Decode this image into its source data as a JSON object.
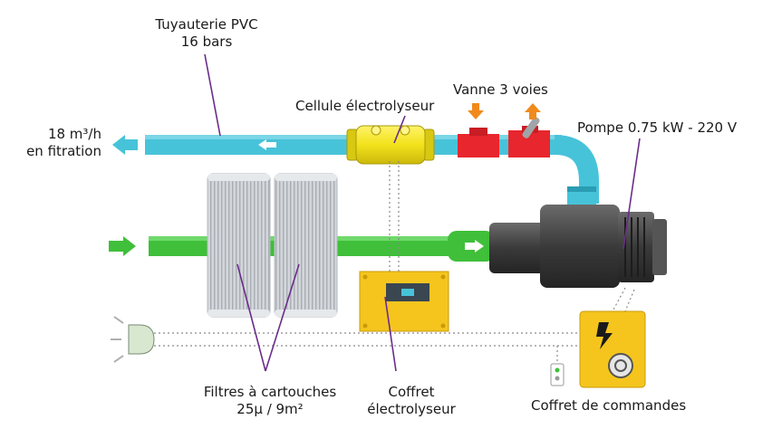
{
  "labels": {
    "pvc_pipe": [
      "Tuyauterie PVC",
      "16 bars"
    ],
    "flow_rate": [
      "18 m³/h",
      "en fitration"
    ],
    "electrolysis_cell": "Cellule électrolyseur",
    "three_way_valve": "Vanne 3 voies",
    "pump": "Pompe 0.75 kW - 220 V",
    "cartridge_filters": [
      "Filtres à cartouches",
      "25µ / 9m²"
    ],
    "electrolyser_box": [
      "Coffret",
      "électrolyseur"
    ],
    "control_box": "Coffret de commandes"
  },
  "colors": {
    "return_pipe": "#47c3d9",
    "return_pipe_dark": "#2a9db3",
    "suction_pipe": "#3fbf3a",
    "suction_pipe_dark": "#2a8f26",
    "valve": "#e8262d",
    "valve_arrow": "#f08a1c",
    "electrolysis_cell": "#f2e21a",
    "electrolyser_box": "#f5c51e",
    "control_box": "#f5c51e",
    "pump_body": "#3b3b3b",
    "leader_line": "#6b2d8a",
    "filter": "#c9cdd2"
  },
  "icons": [
    "arrow-left-icon",
    "arrow-right-icon",
    "lightning-icon",
    "pressure-gauge-icon",
    "pool-light-icon",
    "switch-icon"
  ]
}
